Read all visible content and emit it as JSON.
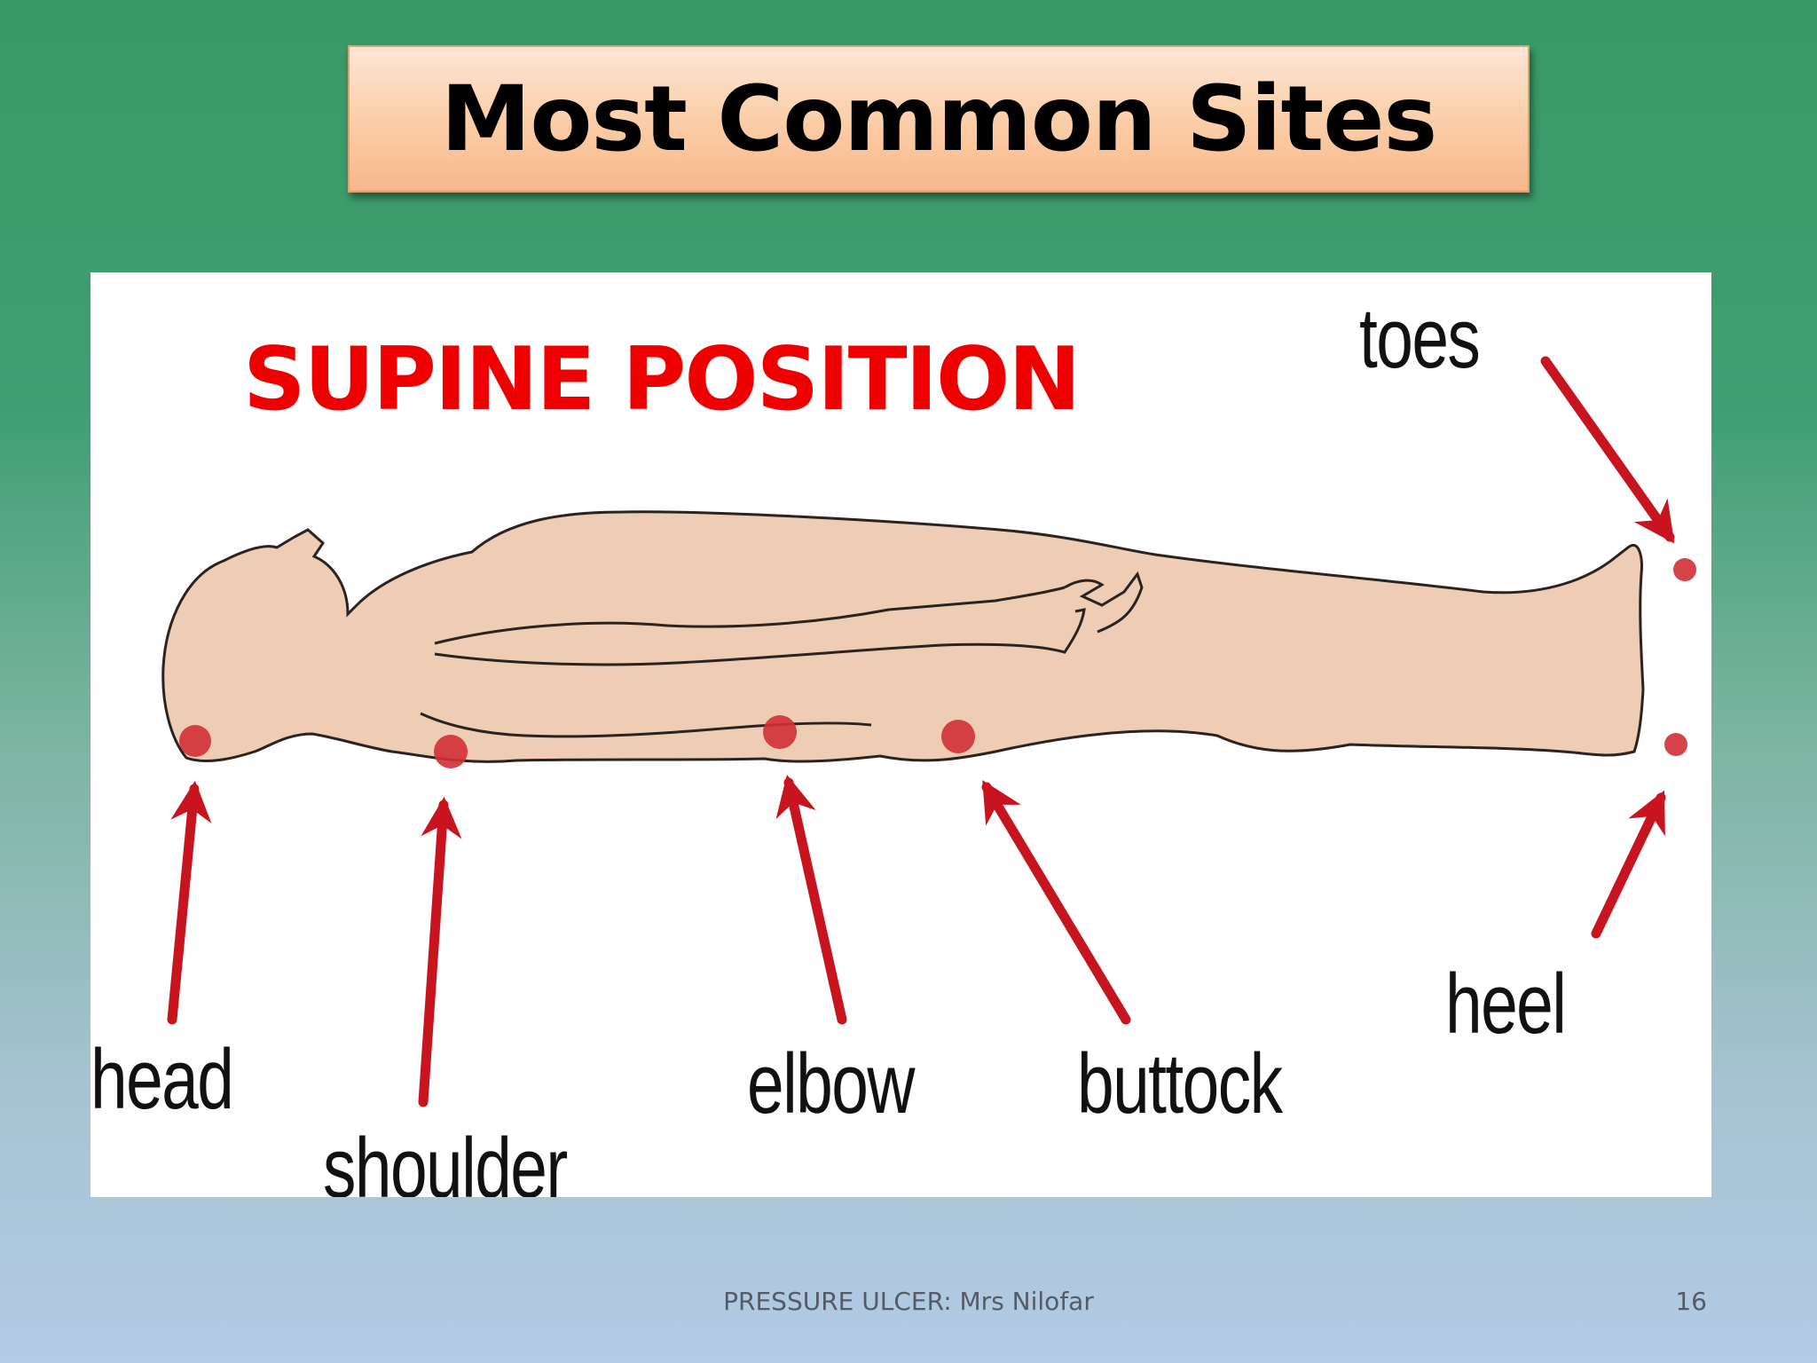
{
  "slide": {
    "title": "Most Common Sites",
    "subtitle": "SUPINE POSITION",
    "footer": "PRESSURE ULCER: Mrs Nilofar",
    "page_number": "16"
  },
  "sites": {
    "toes": "toes",
    "head": "head",
    "shoulder": "shoulder",
    "elbow": "elbow",
    "buttock": "buttock",
    "heel": "heel"
  },
  "colors": {
    "background_top": "#399966",
    "background_bottom": "#b3cbe6",
    "title_box": "#fbcfa9",
    "heading_red": "#ee0000",
    "arrow_red": "#c8141e",
    "body_fill": "#efcdb4",
    "pressure_dot": "#cf3036"
  }
}
